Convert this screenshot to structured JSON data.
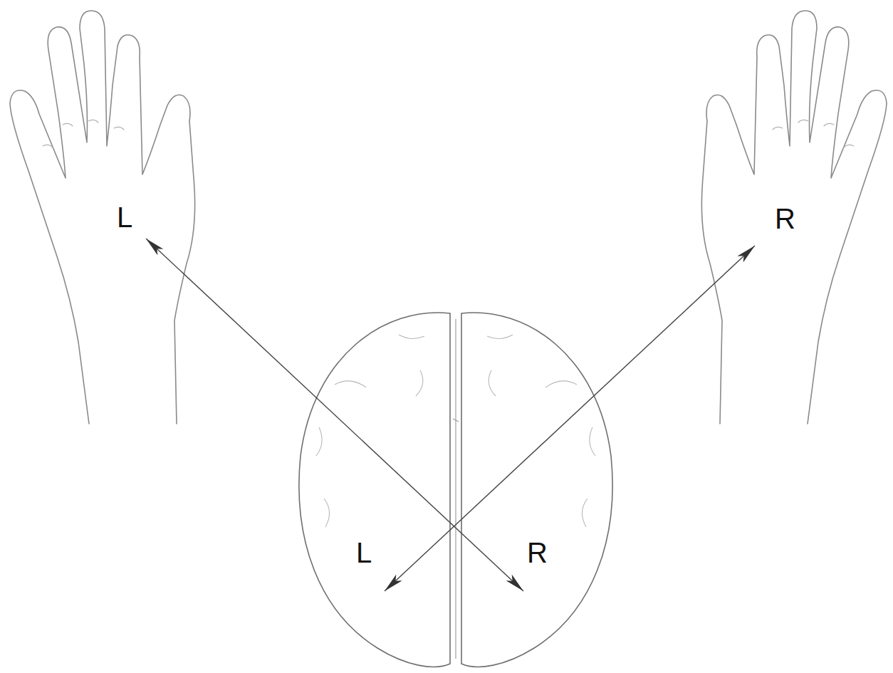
{
  "diagram": {
    "nodes": [
      {
        "text": [
          "L"
        ]
      },
      {
        "text": [
          "R"
        ]
      },
      {
        "text": [
          "L"
        ]
      },
      {
        "text": [
          "R"
        ]
      }
    ],
    "edges": [
      {
        "from": 0,
        "to": 3,
        "arrow": "both"
      },
      {
        "from": 1,
        "to": 2,
        "arrow": "both"
      }
    ]
  }
}
